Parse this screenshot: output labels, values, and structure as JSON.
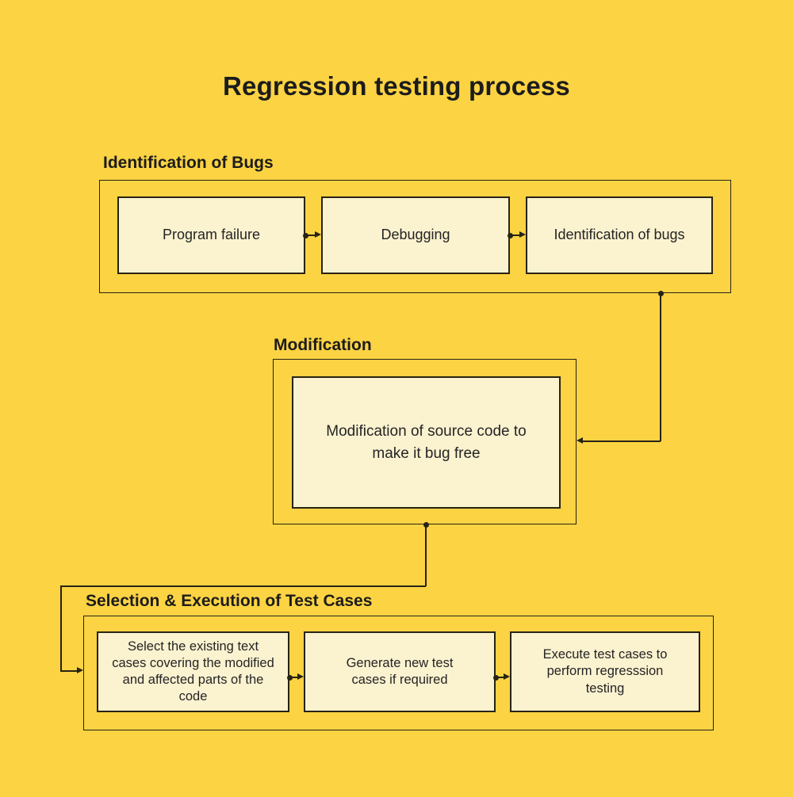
{
  "title": "Regression testing process",
  "sections": [
    {
      "id": "identification-of-bugs",
      "heading": "Identification of Bugs",
      "nodes": [
        "Program failure",
        "Debugging",
        "Identification of bugs"
      ]
    },
    {
      "id": "modification",
      "heading": "Modification",
      "nodes": [
        "Modification of source code to make it bug free"
      ]
    },
    {
      "id": "selection-execution-of-test-cases",
      "heading": "Selection & Execution of Test Cases",
      "nodes": [
        "Select the existing text cases covering the modified and affected parts of the code",
        "Generate new test cases if required",
        "Execute test cases to perform regresssion testing"
      ]
    }
  ],
  "flow": [
    {
      "from": "Program failure",
      "to": "Debugging"
    },
    {
      "from": "Debugging",
      "to": "Identification of bugs"
    },
    {
      "from": "Identification of Bugs",
      "to": "Modification"
    },
    {
      "from": "Modification",
      "to": "Selection & Execution of Test Cases"
    },
    {
      "from": "Select the existing text cases covering the modified and affected parts of the code",
      "to": "Generate new test cases if required"
    },
    {
      "from": "Generate new test cases if required",
      "to": "Execute test cases to perform regresssion testing"
    }
  ],
  "colors": {
    "background": "#FCD343",
    "node_fill": "#FBF2D0",
    "line": "#272314",
    "text": "#242424",
    "heading_text": "#1C1C1C"
  }
}
